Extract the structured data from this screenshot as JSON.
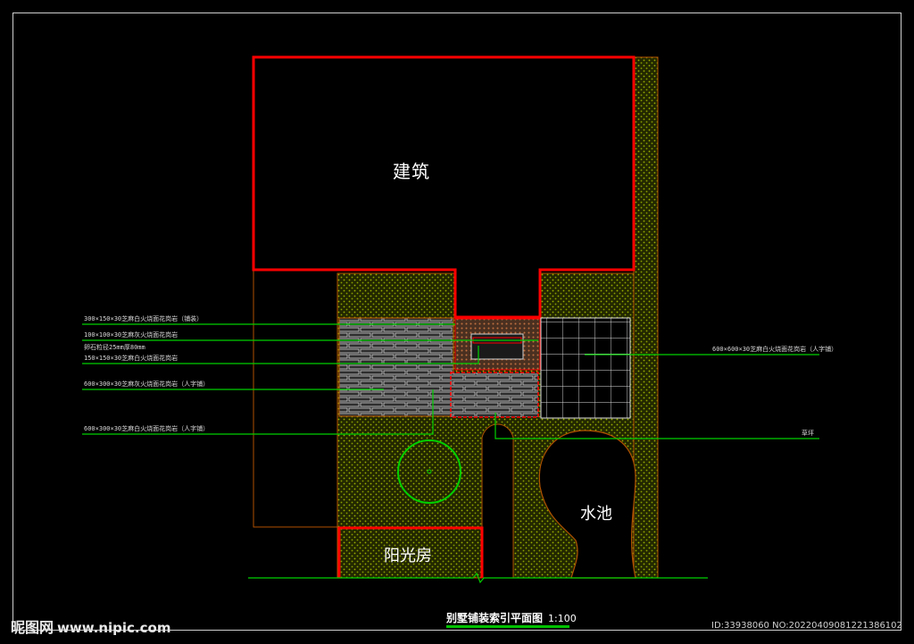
{
  "labels": {
    "building": "建筑",
    "pool": "水池",
    "sunroom": "阳光房"
  },
  "callouts": [
    "300×150×30芝麻白火烧面花岗岩（铺装）",
    "100×100×30芝麻灰火烧面花岗岩",
    "卵石粒径25mm厚80mm",
    "150×150×30芝麻白火烧面花岗岩",
    "600×300×30芝麻灰火烧面花岗岩（人字铺）",
    "600×300×30芝麻白火烧面花岗岩（人字铺）",
    "600×600×30芝麻白火烧面花岗岩（人字铺）",
    "草坪"
  ],
  "title": {
    "text": "别墅铺装索引平面图",
    "scale": "1:100"
  },
  "watermark": {
    "logo": "昵图网",
    "url": "www.nipic.com",
    "id": "ID:33938060 NO:20220409081221386102"
  },
  "colors": {
    "wall": "#ff0000",
    "grass_base": "#2b2f00",
    "grass_dot": "#9ab000",
    "leader": "#00d000",
    "paving_fill": "#3a3a3a",
    "tile_line": "#ffffff",
    "brown_edge": "#c05a00"
  }
}
